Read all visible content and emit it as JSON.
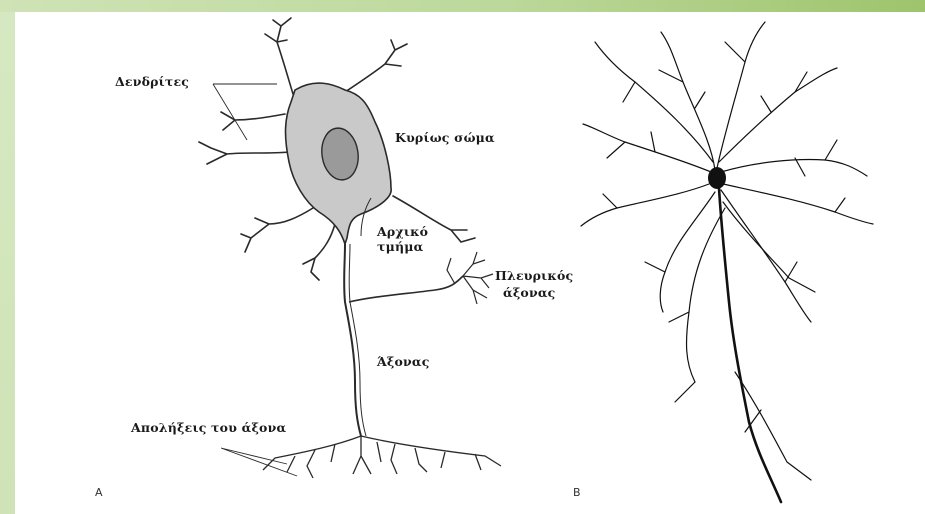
{
  "panel_a": {
    "letter": "A",
    "labels": {
      "dendrites": "Δενδρίτες",
      "cell_body": "Κυρίως σώμα",
      "initial_segment_line1": "Αρχικό",
      "initial_segment_line2": "τμήμα",
      "collateral_line1": "Πλευρικός",
      "collateral_line2": "άξονας",
      "axon": "Άξονας",
      "axon_terminals": "Απολήξεις του άξονα"
    },
    "colors": {
      "soma_fill": "#c9c9c9",
      "outline": "#2a2a2a",
      "nucleus_fill": "#9a9a9a"
    }
  },
  "panel_b": {
    "letter": "B",
    "colors": {
      "neuron": "#111111"
    }
  },
  "frame_colors": {
    "top_bar": "#bcd89a",
    "left_bar": "#d2e6bc"
  }
}
